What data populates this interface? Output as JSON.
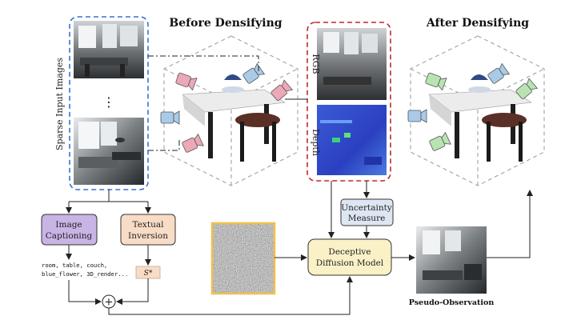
{
  "titles": {
    "before": "Before Densifying",
    "after": "After Densifying"
  },
  "inputs": {
    "label": "Sparse Input Images",
    "ellipsis": "⋮"
  },
  "render": {
    "rgb_label": "RGB",
    "depth_label": "Depth"
  },
  "boxes": {
    "captioning_line1": "Image",
    "captioning_line2": "Captioning",
    "inversion_line1": "Textual",
    "inversion_line2": "Inversion",
    "token": "S*",
    "uncertainty_line1": "Uncertainty",
    "uncertainty_line2": "Measure",
    "diffusion_line1": "Deceptive",
    "diffusion_line2": "Diffusion Model"
  },
  "caption_text_line1": "room, table, couch,",
  "caption_text_line2": "blue_flower, 3D_render...",
  "pseudo_label": "Pseudo-Observation",
  "plus": "+",
  "colors": {
    "input_border": "#3a6fd8",
    "render_border": "#c0292b",
    "captioning_fill": "#c9b4e6",
    "inversion_fill": "#f8dcc6",
    "uncertainty_fill": "#dde6f2",
    "diffusion_fill": "#fbf1c7",
    "noise_border": "#f2c04a",
    "camera_pink": "#eda8b8",
    "camera_blue": "#a9cbe8",
    "camera_green": "#b9e3b3"
  }
}
